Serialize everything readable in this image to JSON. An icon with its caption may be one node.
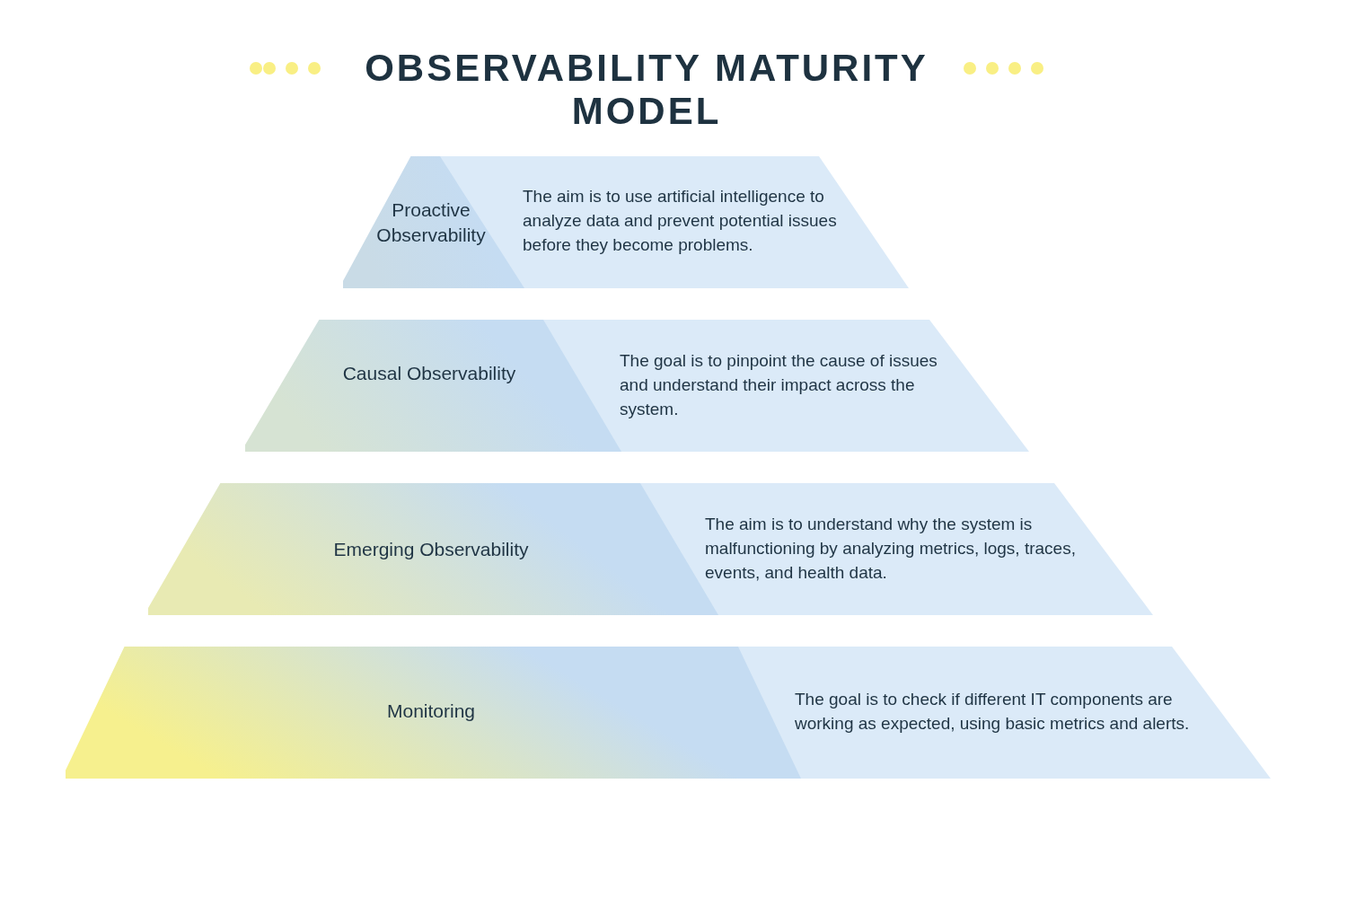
{
  "diagram": {
    "title": "OBSERVABILITY MATURITY MODEL",
    "nodes": [
      {
        "text": [
          "Proactive Observability"
        ]
      },
      {
        "text": [
          "The aim is to use artificial intelligence to analyze data and prevent potential issues before they become problems."
        ]
      },
      {
        "text": [
          "Causal Observability"
        ]
      },
      {
        "text": [
          "The goal is to pinpoint the cause of issues and understand their impact across the system."
        ]
      },
      {
        "text": [
          "Emerging Observability"
        ]
      },
      {
        "text": [
          "The aim is to understand why the system is malfunctioning by analyzing metrics, logs, traces, events, and health data."
        ]
      },
      {
        "text": [
          "Monitoring"
        ]
      },
      {
        "text": [
          "The goal is to check if different IT components are working as expected, using basic metrics and alerts."
        ]
      }
    ],
    "edges": []
  }
}
